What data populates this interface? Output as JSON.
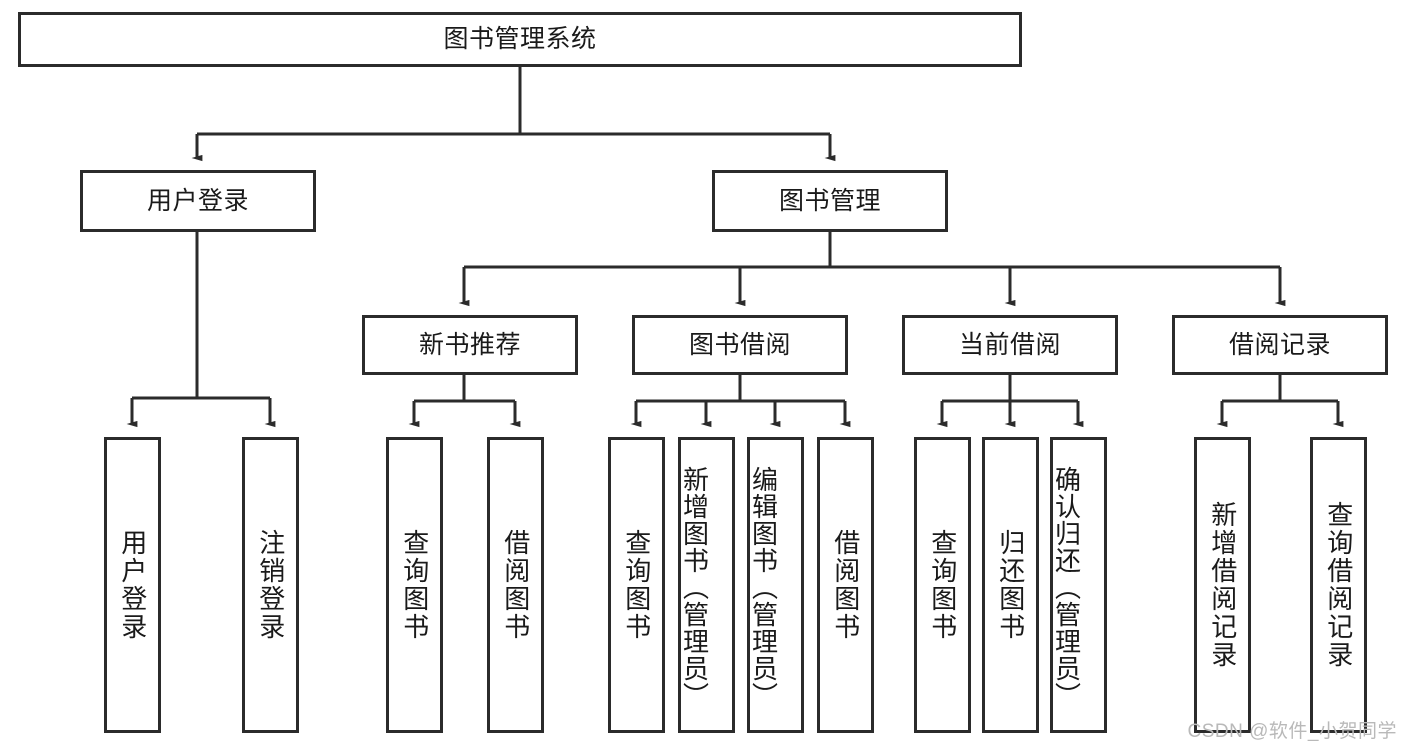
{
  "diagram": {
    "type": "tree-hierarchy",
    "title": "图书管理系统",
    "orientation": "top-down",
    "colors": {
      "box_border": "#2b2b2b",
      "box_fill": "#ffffff",
      "connector": "#2b2b2b",
      "text": "#1a1a1a",
      "watermark": "#b9b9b9",
      "background": "#ffffff"
    },
    "root": {
      "id": "root",
      "label": "图书管理系统",
      "orientation": "horizontal"
    },
    "level2": [
      {
        "id": "user-login",
        "label": "用户登录",
        "orientation": "horizontal"
      },
      {
        "id": "book-manage",
        "label": "图书管理",
        "orientation": "horizontal"
      }
    ],
    "level3": [
      {
        "id": "new-book-rec",
        "label": "新书推荐",
        "orientation": "horizontal",
        "parent": "book-manage"
      },
      {
        "id": "book-borrow",
        "label": "图书借阅",
        "orientation": "horizontal",
        "parent": "book-manage"
      },
      {
        "id": "current-borrow",
        "label": "当前借阅",
        "orientation": "horizontal",
        "parent": "book-manage"
      },
      {
        "id": "borrow-record",
        "label": "借阅记录",
        "orientation": "horizontal",
        "parent": "book-manage"
      }
    ],
    "leaves": [
      {
        "id": "leaf-user-login",
        "label": "用户登录",
        "orientation": "vertical",
        "parent": "user-login"
      },
      {
        "id": "leaf-user-logout",
        "label": "注销登录",
        "orientation": "vertical",
        "parent": "user-login"
      },
      {
        "id": "leaf-query-book-1",
        "label": "查询图书",
        "orientation": "vertical",
        "parent": "new-book-rec"
      },
      {
        "id": "leaf-borrow-book-1",
        "label": "借阅图书",
        "orientation": "vertical",
        "parent": "new-book-rec"
      },
      {
        "id": "leaf-query-book-2",
        "label": "查询图书",
        "orientation": "vertical",
        "parent": "book-borrow"
      },
      {
        "id": "leaf-add-book",
        "label": "新增图书（管理员）",
        "orientation": "vertical",
        "parent": "book-borrow"
      },
      {
        "id": "leaf-edit-book",
        "label": "编辑图书（管理员）",
        "orientation": "vertical",
        "parent": "book-borrow"
      },
      {
        "id": "leaf-borrow-book-2",
        "label": "借阅图书",
        "orientation": "vertical",
        "parent": "book-borrow"
      },
      {
        "id": "leaf-query-book-3",
        "label": "查询图书",
        "orientation": "vertical",
        "parent": "current-borrow"
      },
      {
        "id": "leaf-return-book",
        "label": "归还图书",
        "orientation": "vertical",
        "parent": "current-borrow"
      },
      {
        "id": "leaf-confirm-return",
        "label": "确认归还（管理员）",
        "orientation": "vertical",
        "parent": "current-borrow"
      },
      {
        "id": "leaf-add-record",
        "label": "新增借阅记录",
        "orientation": "vertical",
        "parent": "borrow-record"
      },
      {
        "id": "leaf-query-record",
        "label": "查询借阅记录",
        "orientation": "vertical",
        "parent": "borrow-record"
      }
    ]
  },
  "watermark": {
    "text": "CSDN @软件_小贺同学"
  }
}
